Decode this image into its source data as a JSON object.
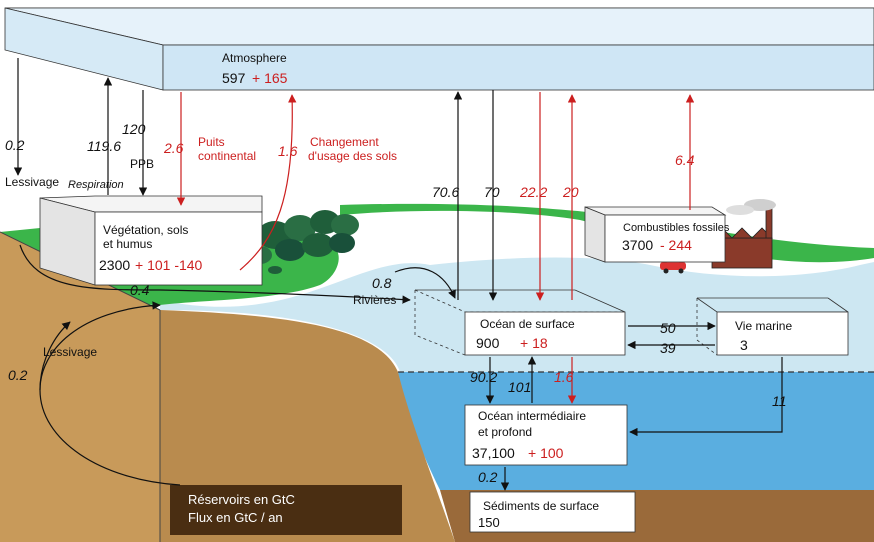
{
  "colors": {
    "atmosphere": "#cfe6f5",
    "land_green": "#3bb54a",
    "soil": "#c89a5a",
    "ocean_surface": "#cde7f2",
    "ocean_deep": "#5aaee0",
    "sediment": "#9a6a3a",
    "flux_red": "#cc1f1f",
    "legend_bg": "#4a2e12"
  },
  "atmosphere": {
    "label": "Atmosphere",
    "stock": "597",
    "change": "+ 165"
  },
  "vegetation": {
    "label1": "Végétation, sols",
    "label2": "et humus",
    "stock": "2300",
    "change": "+ 101 -140"
  },
  "fossil": {
    "label": "Combustibles fossiles",
    "stock": "3700",
    "change": "- 244"
  },
  "ocean_surface": {
    "label": "Océan de surface",
    "stock": "900",
    "change": "+ 18"
  },
  "marine_life": {
    "label": "Vie marine",
    "stock": "3"
  },
  "ocean_deep": {
    "label1": "Océan intermédiaire",
    "label2": "et profond",
    "stock": "37,100",
    "change": "+ 100"
  },
  "sediments": {
    "label": "Sédiments de surface",
    "stock": "150"
  },
  "fluxes": {
    "lessivage_top_value": "0.2",
    "lessivage_top_label": "Lessivage",
    "respiration_value": "119.6",
    "respiration_label": "Respiration",
    "ppb_value": "120",
    "ppb_label": "PPB",
    "puits_value": "2.6",
    "puits_label1": "Puits",
    "puits_label2": "continental",
    "usage_value": "1.6",
    "usage_label1": "Changement",
    "usage_label2": "d'usage des sols",
    "ocean_up_value": "70.6",
    "ocean_down_value": "70",
    "ocean_red_down_value": "22.2",
    "ocean_red_up_value": "20",
    "fossil_value": "6.4",
    "rivers_value": "0.8",
    "rivers_label": "Rivières",
    "soil_runoff_value": "0.4",
    "lessivage_side_value": "0.2",
    "lessivage_side_label": "Lessivage",
    "marine_right_value": "50",
    "marine_left_value": "39",
    "down_value": "90.2",
    "up_value": "101",
    "red_down_value": "1.6",
    "marine_to_deep_value": "11",
    "sediment_value": "0.2"
  },
  "legend": {
    "line1": "Réservoirs en GtC",
    "line2": "Flux en GtC / an"
  }
}
